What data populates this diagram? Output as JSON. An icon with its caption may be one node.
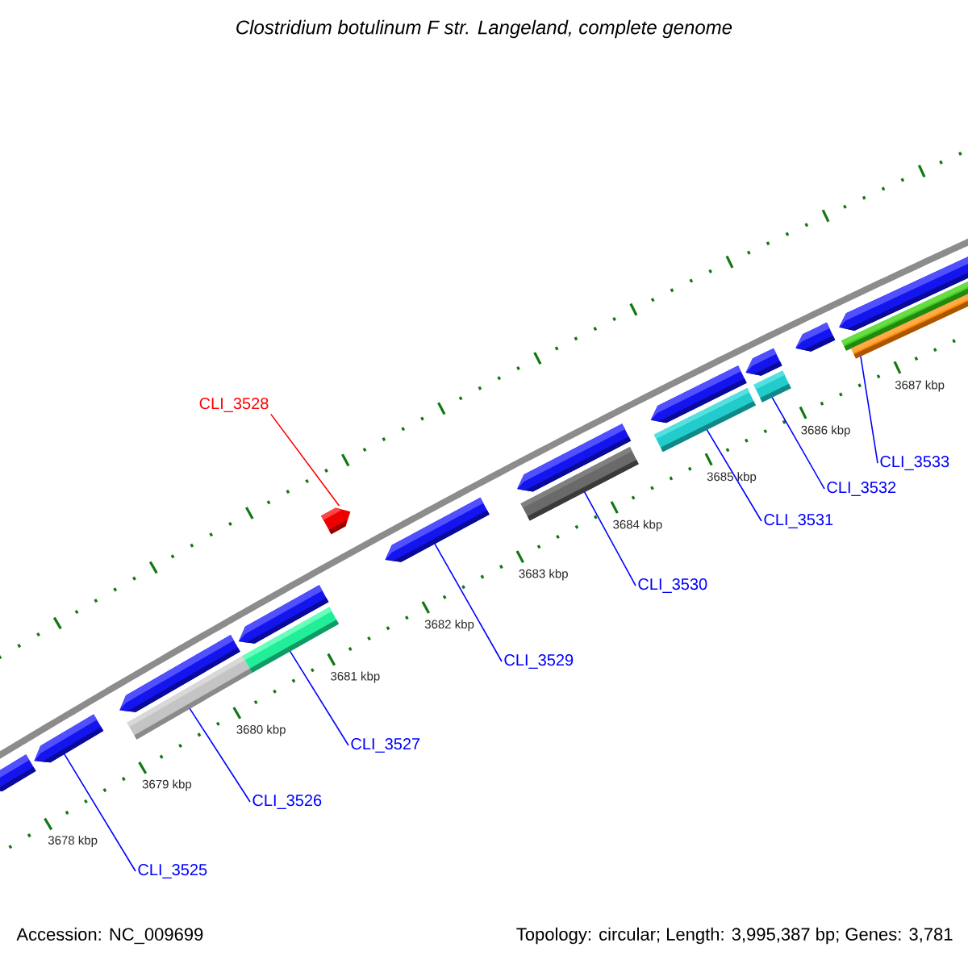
{
  "diagram": {
    "title": "Clostridium botulinum F str. Langeland, complete genome",
    "nodes": [
      {
        "text": [
          "CLI_3525"
        ]
      },
      {
        "text": [
          "CLI_3526"
        ]
      },
      {
        "text": [
          "CLI_3527"
        ]
      },
      {
        "text": [
          "CLI_3528"
        ]
      },
      {
        "text": [
          "CLI_3529"
        ]
      },
      {
        "text": [
          "CLI_3530"
        ]
      },
      {
        "text": [
          "CLI_3531"
        ]
      },
      {
        "text": [
          "CLI_3532"
        ]
      },
      {
        "text": [
          "CLI_3533"
        ]
      },
      {
        "text": [],
        "shape": "bar"
      },
      {
        "text": [],
        "shape": "bar"
      },
      {
        "text": [],
        "shape": "bar"
      },
      {
        "text": [],
        "shape": "bar"
      },
      {
        "text": [],
        "shape": "bar"
      },
      {
        "text": [],
        "shape": "bar"
      },
      {
        "text": [],
        "shape": "bar"
      },
      {
        "text": [],
        "shape": "bar"
      },
      {
        "text": [],
        "shape": "bar"
      },
      {
        "text": [],
        "shape": "bar"
      },
      {
        "text": [],
        "shape": "bar"
      },
      {
        "text": [],
        "shape": "bar"
      },
      {
        "text": [],
        "shape": "bar"
      },
      {
        "text": [],
        "shape": "bar"
      },
      {
        "text": [],
        "shape": "bar"
      },
      {
        "text": [],
        "shape": "bar"
      },
      {
        "text": [],
        "shape": "bar"
      },
      {
        "text": [],
        "shape": "bar"
      }
    ],
    "edges": [
      {
        "from": 0,
        "to": 10,
        "arrow": "none"
      },
      {
        "from": 1,
        "to": 19,
        "arrow": "none"
      },
      {
        "from": 2,
        "to": 20,
        "arrow": "none"
      },
      {
        "from": 3,
        "to": 26,
        "arrow": "none",
        "color": "#ff0000"
      },
      {
        "from": 4,
        "to": 13,
        "arrow": "none"
      },
      {
        "from": 5,
        "to": 21,
        "arrow": "none"
      },
      {
        "from": 6,
        "to": 22,
        "arrow": "none"
      },
      {
        "from": 7,
        "to": 23,
        "arrow": "none"
      },
      {
        "from": 8,
        "to": 25,
        "arrow": "none"
      }
    ],
    "labels": [
      "3678 kbp",
      "3679 kbp",
      "3680 kbp",
      "3681 kbp",
      "3682 kbp",
      "3683 kbp",
      "3684 kbp",
      "3685 kbp",
      "3686 kbp",
      "3687 kbp",
      "Accession: NC_009699",
      "Topology: circular; Length: 3,995,387 bp; Genes: 3,781"
    ]
  }
}
